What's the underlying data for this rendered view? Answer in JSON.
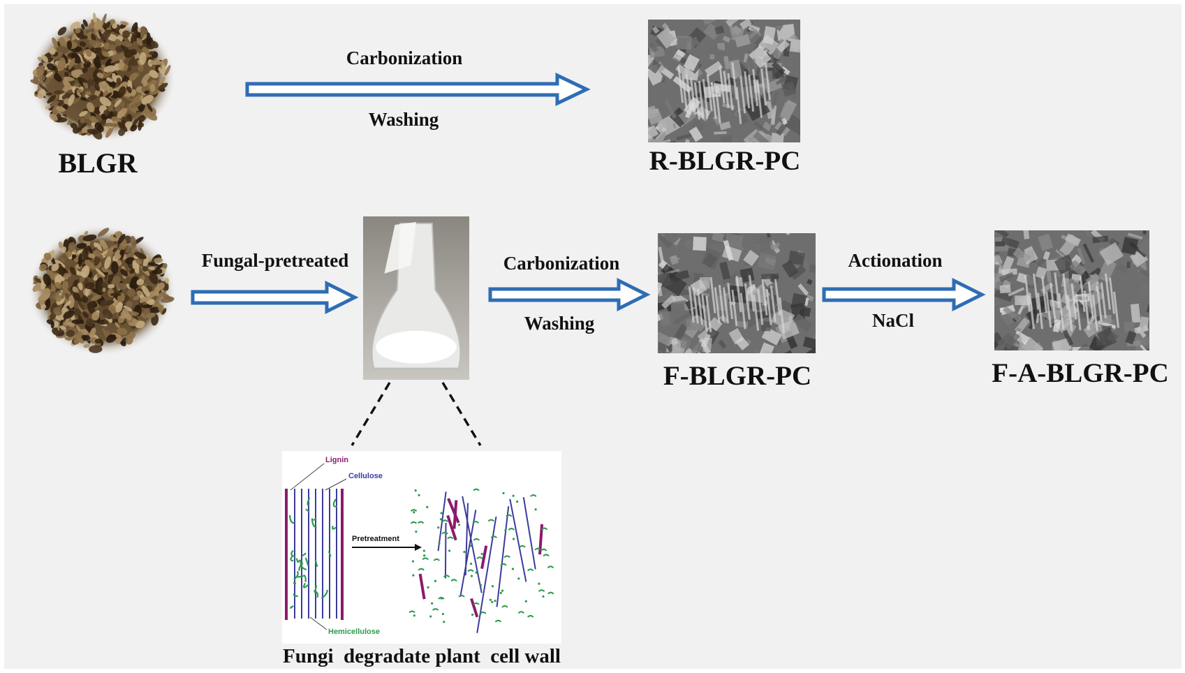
{
  "row1": {
    "source_label": "BLGR",
    "arrow_top_label": "Carbonization",
    "arrow_bottom_label": "Washing",
    "product_label": "R-BLGR-PC"
  },
  "row2": {
    "pretreat_label": "Fungal-pretreated",
    "carbonize_top_label": "Carbonization",
    "carbonize_bottom_label": "Washing",
    "product1_label": "F-BLGR-PC",
    "activation_top_label": "Actionation",
    "activation_bottom_label": "NaCl",
    "product2_label": "F-A-BLGR-PC"
  },
  "inset": {
    "lignin_label": "Lignin",
    "cellulose_label": "Cellulose",
    "hemicellulose_label": "Hemicellulose",
    "pretreatment_label": "Pretreatment",
    "caption": "Fungi  degradate plant  cell wall"
  },
  "colors": {
    "arrow_stroke": "#2e6db4",
    "lignin": "#8b1a6b",
    "cellulose": "#3b3b9c",
    "hemicellulose": "#2e9a4c"
  },
  "icons": {
    "raw_material": "granule-pile-image",
    "sem": "sem-micrograph-image",
    "flask": "fungal-culture-flask-image"
  }
}
